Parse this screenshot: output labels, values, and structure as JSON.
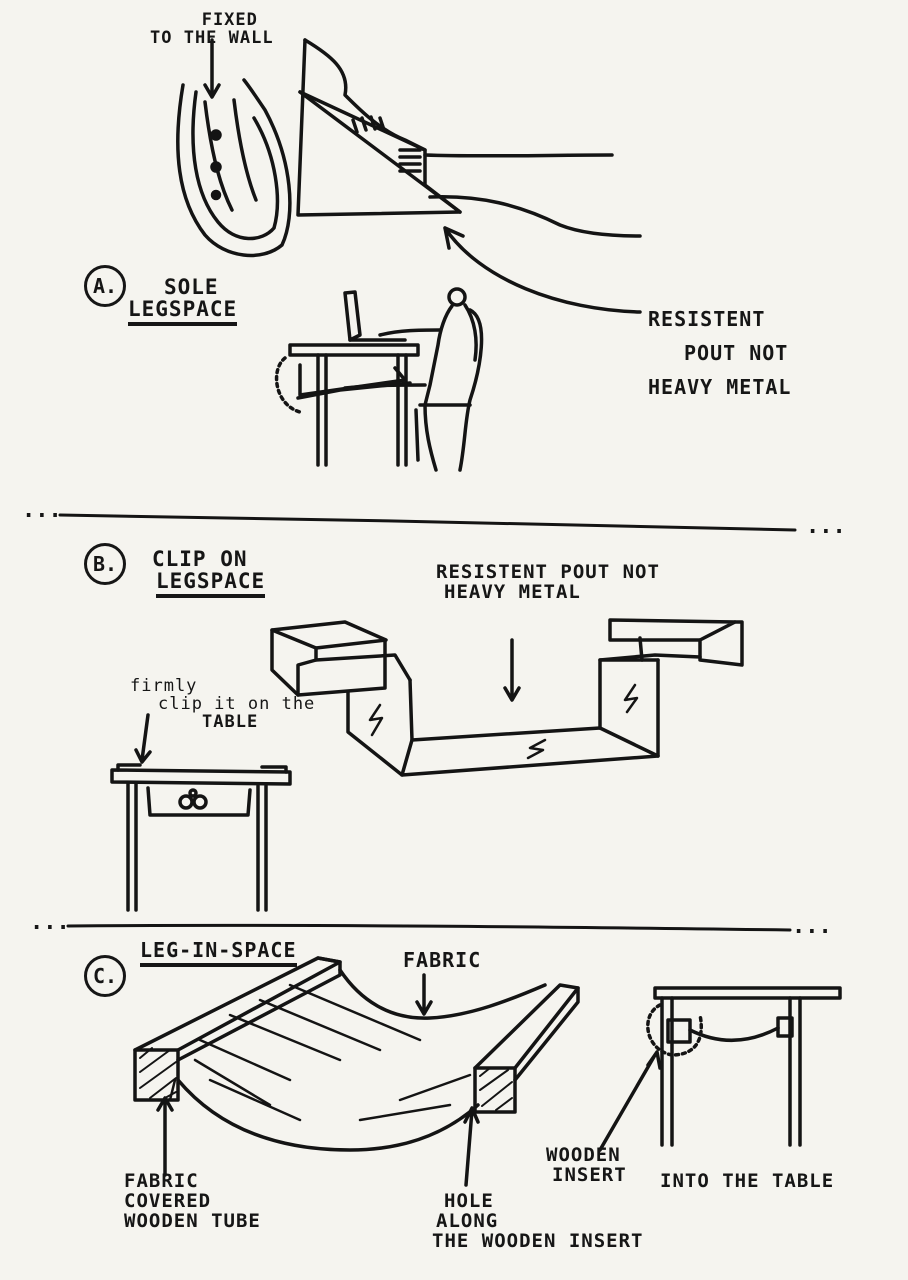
{
  "sections": [
    {
      "marker": "A.",
      "title_lines": [
        "SOLE",
        "LEGSPACE"
      ],
      "notes": {
        "wall_label": [
          "FIXED",
          "TO THE WALL"
        ],
        "material_label": [
          "RESISTENT",
          "POUT NOT",
          "HEAVY METAL"
        ]
      }
    },
    {
      "marker": "B.",
      "title_lines": [
        "CLIP ON",
        "LEGSPACE"
      ],
      "notes": {
        "material_label": [
          "RESISTENT POUT NOT",
          "HEAVY METAL"
        ],
        "clip_label": [
          "firmly",
          "clip it on the",
          "TABLE"
        ]
      }
    },
    {
      "marker": "C.",
      "title_lines": [
        "LEG-IN-SPACE"
      ],
      "notes": {
        "fabric_label": "FABRIC",
        "tube_label": [
          "FABRIC",
          "COVERED",
          "WOODEN TUBE"
        ],
        "hole_label": [
          "HOLE",
          "ALONG",
          "THE WOODEN INSERT"
        ],
        "insert_label": [
          "WOODEN",
          "INSERT"
        ],
        "table_label": "INTO THE TABLE"
      }
    }
  ],
  "separator_dots": "..."
}
